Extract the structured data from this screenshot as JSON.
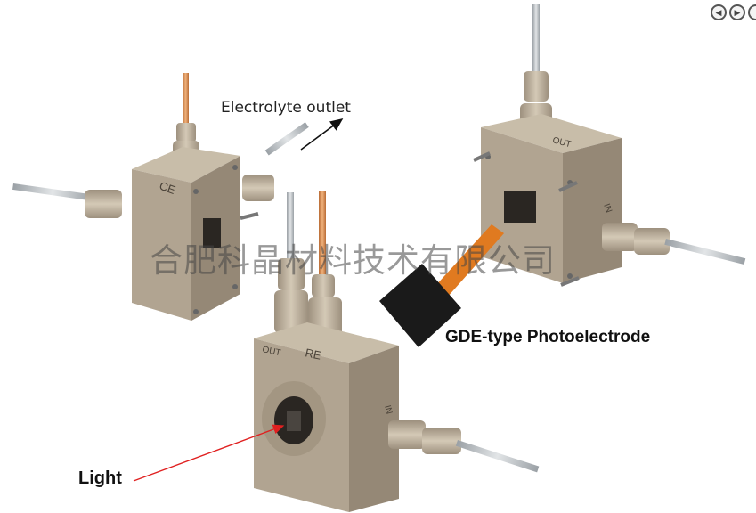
{
  "labels": {
    "electrolyte_outlet": "Electrolyte outlet",
    "gde_photoelectrode": "GDE-type Photoelectrode",
    "light": "Light"
  },
  "block_labels": {
    "ce": "CE",
    "out_right": "OUT",
    "out_front": "OUT",
    "re": "RE",
    "in_right": "IN",
    "in_front": "IN"
  },
  "watermark": "合肥科晶材料技术有限公司",
  "nav": {
    "prev_icon": "◀",
    "next_icon": "▶"
  },
  "colors": {
    "block_face": "#b1a491",
    "block_top": "#c8bda9",
    "block_side": "#958876",
    "tube_gray": "#c2c6c9",
    "tube_copper": "#d98f52",
    "electrode_dark": "#1a1a1a",
    "electrode_strip": "#e07a20",
    "arrow_red": "#e02020"
  }
}
